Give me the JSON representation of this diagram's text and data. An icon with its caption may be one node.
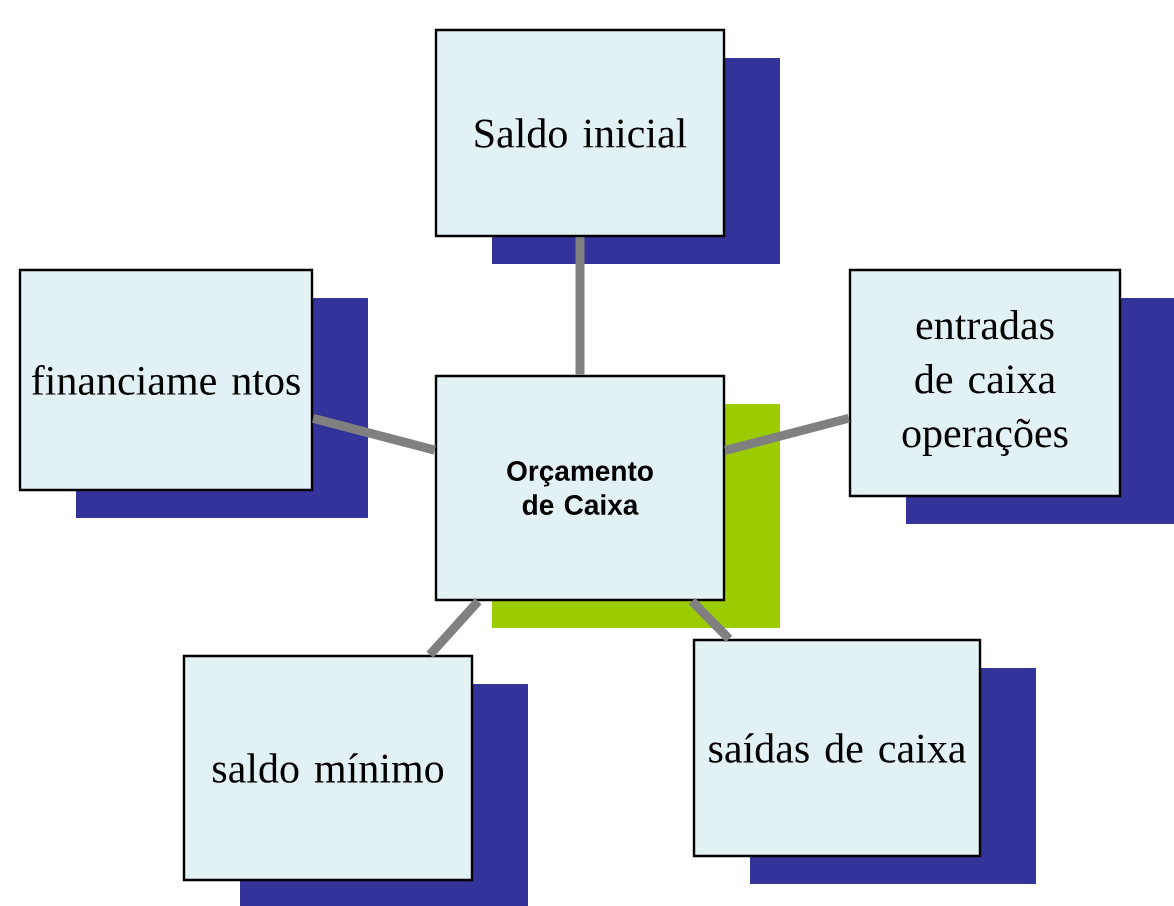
{
  "diagram": {
    "nodes": [
      {
        "text": [
          "Orçamento de Caixa"
        ]
      },
      {
        "text": [
          "Saldo inicial"
        ]
      },
      {
        "text": [
          "financiame ntos"
        ]
      },
      {
        "text": [
          "entradas de caixa operações"
        ]
      },
      {
        "text": [
          "saldo mínimo"
        ]
      },
      {
        "text": [
          "saídas de caixa"
        ]
      }
    ],
    "edges": [
      {
        "from": 0,
        "to": 1,
        "arrow": "none"
      },
      {
        "from": 0,
        "to": 2,
        "arrow": "none"
      },
      {
        "from": 0,
        "to": 3,
        "arrow": "none"
      },
      {
        "from": 0,
        "to": 4,
        "arrow": "none"
      },
      {
        "from": 0,
        "to": 5,
        "arrow": "none"
      }
    ]
  }
}
